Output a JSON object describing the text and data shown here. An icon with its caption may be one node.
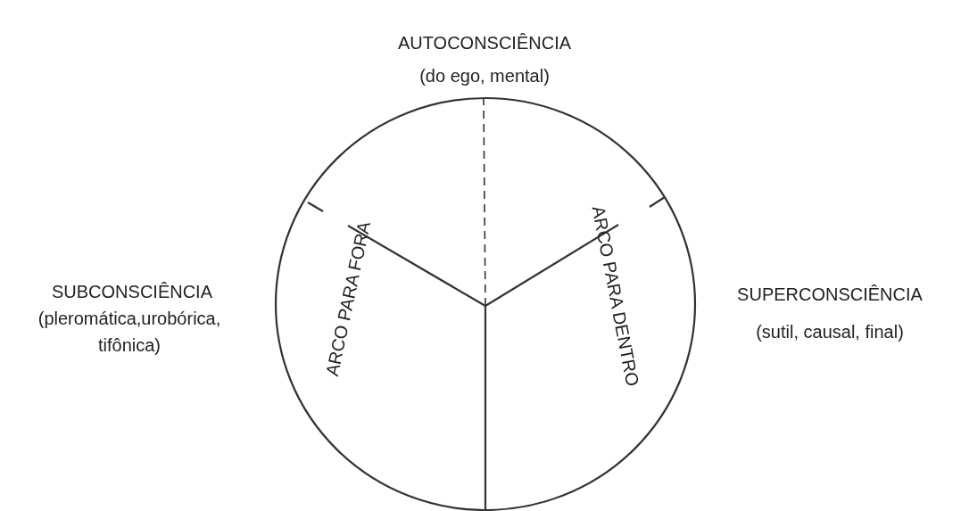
{
  "diagram": {
    "labels": [
      "AUTOCONSCIÊNCIA",
      "(do ego, mental)",
      "SUBCONSCIÊNCIA",
      "(pleromática,urobórica, tifônica)",
      "ARCO PARA FORA",
      "ARCO PARA DENTRO",
      "SUPERCONSCIÊNCIA",
      "(sutil, causal, final)"
    ]
  }
}
